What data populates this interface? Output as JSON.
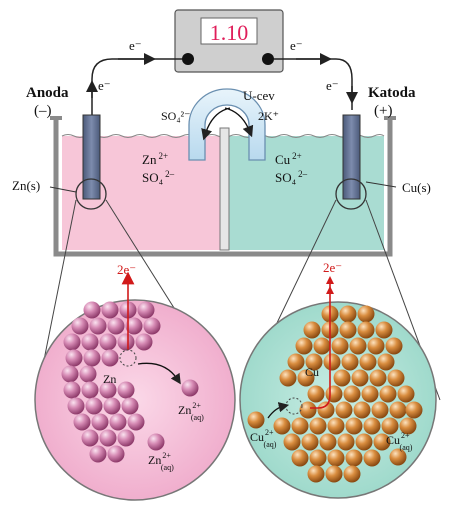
{
  "voltmeter": {
    "reading": "1.10"
  },
  "electron_labels": {
    "top_left": "e⁻",
    "top_right": "e⁻",
    "wire_left": "e⁻",
    "wire_right": "e⁻"
  },
  "anode": {
    "title": "Anoda",
    "sign": "(–)",
    "electrode": "Zn(s)"
  },
  "cathode": {
    "title": "Katoda",
    "sign": "(+)",
    "electrode": "Cu(s)"
  },
  "salt_bridge": {
    "label": "U-cev",
    "left_ion": "SO₄²⁻",
    "right_ion": "2K⁺"
  },
  "left_solution": {
    "cation": "Zn",
    "cation_charge": "2+",
    "anion": "SO₄",
    "anion_charge": "2–"
  },
  "right_solution": {
    "cation": "Cu",
    "cation_charge": "2+",
    "anion": "SO₄",
    "anion_charge": "2–"
  },
  "left_zoom": {
    "electrons": "2e⁻",
    "atom": "Zn",
    "ion": "Zn",
    "ion_charge": "2+",
    "ion_state": "(aq)",
    "ion2": "Zn",
    "ion2_charge": "2+",
    "ion2_state": "(aq)"
  },
  "right_zoom": {
    "electrons": "2e⁻",
    "atom": "Cu",
    "ion_left": "Cu",
    "ion_left_charge": "2+",
    "ion_left_state": "(aq)",
    "ion_right": "Cu",
    "ion_right_charge": "2+",
    "ion_right_state": "(aq)"
  },
  "colors": {
    "left_solution": "#f7c6d8",
    "right_solution": "#a9dcd2",
    "zn_atom": "#c96ea0",
    "cu_atom": "#c97a2e",
    "wire": "#222222",
    "voltmeter_display": "#e01e5a",
    "red_arrow": "#d11a1a"
  }
}
